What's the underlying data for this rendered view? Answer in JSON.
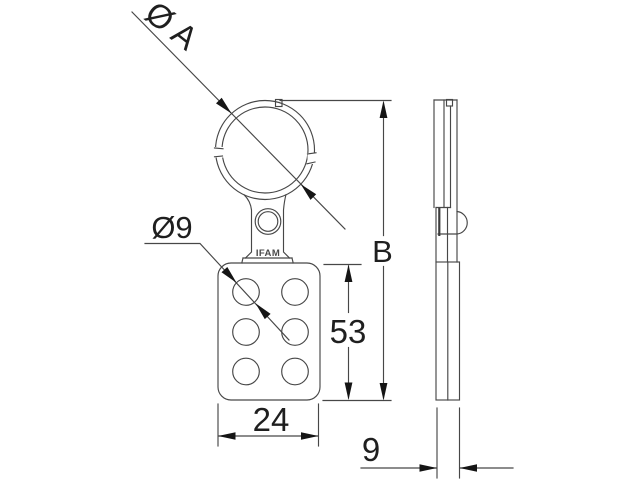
{
  "drawing": {
    "brand_mark": "IFAM",
    "labels": {
      "ring_diameter": "Ø A",
      "hole_diameter": "Ø9",
      "overall_height": "B",
      "body_height": "53",
      "body_width": "24",
      "thickness": "9"
    },
    "colors": {
      "background": "#ffffff",
      "line": "#474747",
      "arrow": "#151515",
      "text": "#1f1f1f"
    }
  }
}
